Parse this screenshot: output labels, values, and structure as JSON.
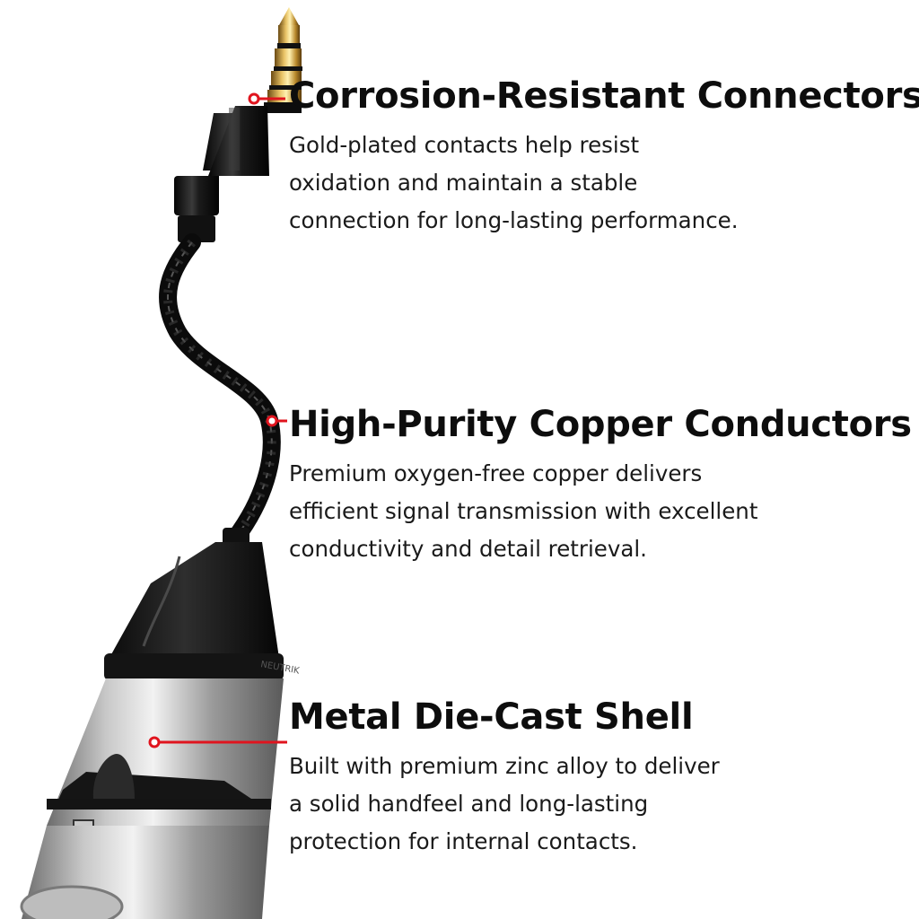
{
  "accent_color": "#e0141e",
  "product": {
    "plug_icon": "gold-plated-trrrs-plug-icon",
    "cable_icon": "braided-cable-icon",
    "xlr_icon": "xlr-female-connector-icon"
  },
  "features": [
    {
      "title": "Corrosion-Resistant Connectors",
      "lines": [
        "Gold-plated contacts help resist",
        "oxidation and maintain a stable",
        "connection for long-lasting performance."
      ]
    },
    {
      "title": "High-Purity Copper Conductors",
      "lines": [
        "Premium oxygen-free copper delivers",
        "efficient signal transmission with excellent",
        "conductivity and detail retrieval."
      ]
    },
    {
      "title": "Metal Die-Cast Shell",
      "lines": [
        "Built with premium zinc alloy to deliver",
        "a solid handfeel and long-lasting",
        "protection for internal contacts."
      ]
    }
  ]
}
